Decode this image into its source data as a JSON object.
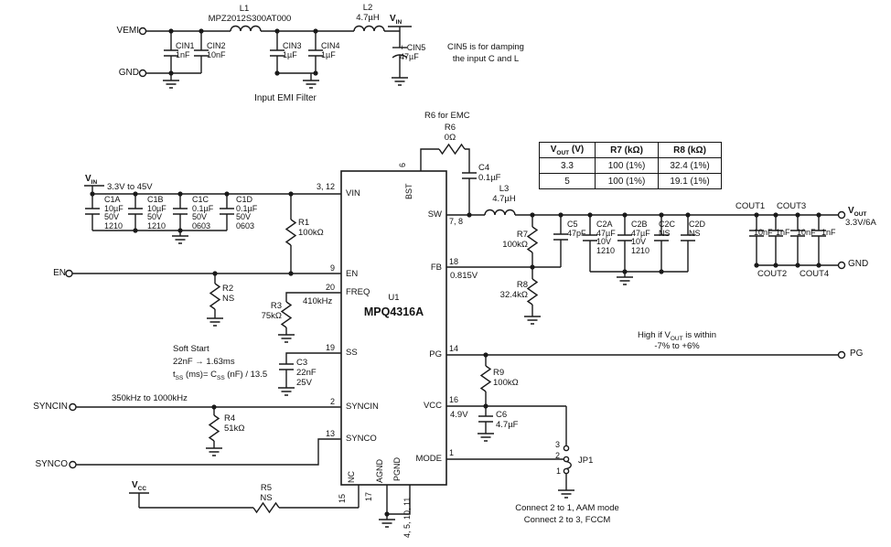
{
  "emi": {
    "vemi_port": "VEMI",
    "gnd_port": "GND",
    "l1_ref": "L1",
    "l1_part": "MPZ2012S300AT000",
    "l2_ref": "L2",
    "l2_val": "4.7µH",
    "vin": {
      "b": "V",
      "s": "IN"
    },
    "cin1": "CIN1\n1nF",
    "cin2": "CIN2\n10nF",
    "cin3": "CIN3\n1µF",
    "cin4": "CIN4\n1µF",
    "cin5": "+ CIN5\n   47µF",
    "note": "CIN5 is for damping\nthe input C and L",
    "caption": "Input EMI Filter"
  },
  "input": {
    "vin": {
      "b": "V",
      "s": "IN"
    },
    "range": "3.3V to 45V",
    "c1a": "C1A\n10µF\n50V\n1210",
    "c1b": "C1B\n10µF\n50V\n1210",
    "c1c": "C1C\n0.1µF\n50V\n0603",
    "c1d": "C1D\n0.1µF\n50V\n0603",
    "r1": "R1\n100kΩ"
  },
  "left": {
    "en_port": "EN",
    "r2": "R2\nNS",
    "freq_val": "410kHz",
    "r3": "R3\n75kΩ",
    "ss1": "Soft Start",
    "ss2": "22nF → 1.63ms",
    "ss3": {
      "p1": "t",
      "s1": "SS",
      "p2": " (ms)= C",
      "s2": "SS",
      "p3": " (nF) / 13.5"
    },
    "c3": "C3\n22nF\n25V",
    "syncin_port": "SYNCIN",
    "sync_range": "350kHz to 1000kHz",
    "r4": "R4\n51kΩ",
    "synco_port": "SYNCO",
    "vcc": {
      "b": "V",
      "s": "CC"
    },
    "r5": "R5\nNS"
  },
  "ic": {
    "ref": "U1",
    "part": "MPQ4316A",
    "vin": "VIN",
    "vin_num": "3, 12",
    "en": "EN",
    "en_num": "9",
    "freq": "FREQ",
    "freq_num": "20",
    "ss": "SS",
    "ss_num": "19",
    "syncin": "SYNCIN",
    "syncin_num": "2",
    "synco": "SYNCO",
    "synco_num": "13",
    "nc": "NC",
    "nc_num": "15",
    "agnd": "AGND",
    "agnd_num": "17",
    "pgnd": "PGND",
    "pgnd_num": "4, 5, 10, 11",
    "bst": "BST",
    "bst_num": "6",
    "sw": "SW",
    "sw_num": "7, 8",
    "fb": "FB",
    "fb_num": "18",
    "fb_v": "0.815V",
    "pg": "PG",
    "pg_num": "14",
    "vcc": "VCC",
    "vcc_num": "16",
    "vcc_v": "4.9V",
    "mode": "MODE",
    "mode_num": "1"
  },
  "bst": {
    "note": "R6 for EMC",
    "r6": "R6\n0Ω",
    "c4": "C4\n0.1µF"
  },
  "out": {
    "l3": "L3\n4.7µH",
    "r7": "R7\n100kΩ",
    "c5": "C5\n47pF",
    "c2a": "C2A\n47µF\n10V\n1210",
    "c2b": "C2B\n47µF\n10V\n1210",
    "c2c": "C2C\nNS",
    "c2d": "C2D\nNS",
    "r8": "R8\n32.4kΩ",
    "cout1": "COUT1",
    "cout2": "COUT2",
    "cout3": "COUT3",
    "cout4": "COUT4",
    "cv1": "10nF",
    "cv2": "1nF",
    "cv3": "10nF",
    "cv4": "1nF",
    "vout": {
      "b": "V",
      "s": "OUT"
    },
    "vout_spec": "3.3V/6A",
    "gnd_port": "GND"
  },
  "pgsec": {
    "note1": {
      "p1": "High if V",
      "s1": "OUT",
      "p2": " is within"
    },
    "note2": "-7% to +6%",
    "r9": "R9\n100kΩ",
    "pg_port": "PG"
  },
  "mode_sec": {
    "c6": "C6\n4.7µF",
    "jp1": "JP1",
    "j1": "1",
    "j2": "2",
    "j3": "3",
    "note": "Connect 2 to 1, AAM mode\nConnect 2 to 3, FCCM"
  },
  "table": {
    "h1": {
      "b": "V",
      "s": "OUT",
      "suf": " (V)"
    },
    "h2": "R7 (kΩ)",
    "h3": "R8 (kΩ)",
    "rows": [
      [
        "3.3",
        "100 (1%)",
        "32.4 (1%)"
      ],
      [
        "5",
        "100 (1%)",
        "19.1 (1%)"
      ]
    ]
  },
  "colors": {
    "ink": "#1a1a1a"
  }
}
